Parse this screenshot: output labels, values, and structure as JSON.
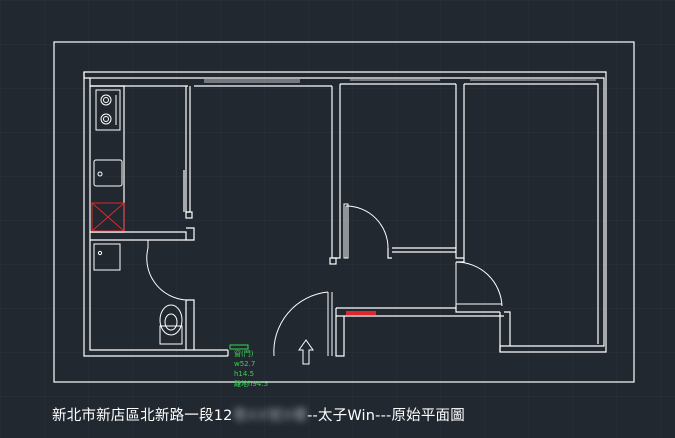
{
  "background_color": "#212830",
  "grid_color": "#2a323c",
  "line_color": "#ffffff",
  "annotation_color": "#39d353",
  "marker_color": "#e0262b",
  "cross_box_color": "#e0262b",
  "entry_arrow_icon": "up-arrow-icon",
  "annotation": {
    "line1": "窗(門)",
    "line2": "w52.7",
    "line3": "h14.5",
    "line4": "離地h94.5"
  },
  "caption": {
    "prefix": "新北市新店區北新路一段12",
    "blurred": "巷XX號X樓",
    "suffix": "--太子Win---原始平面圖"
  }
}
